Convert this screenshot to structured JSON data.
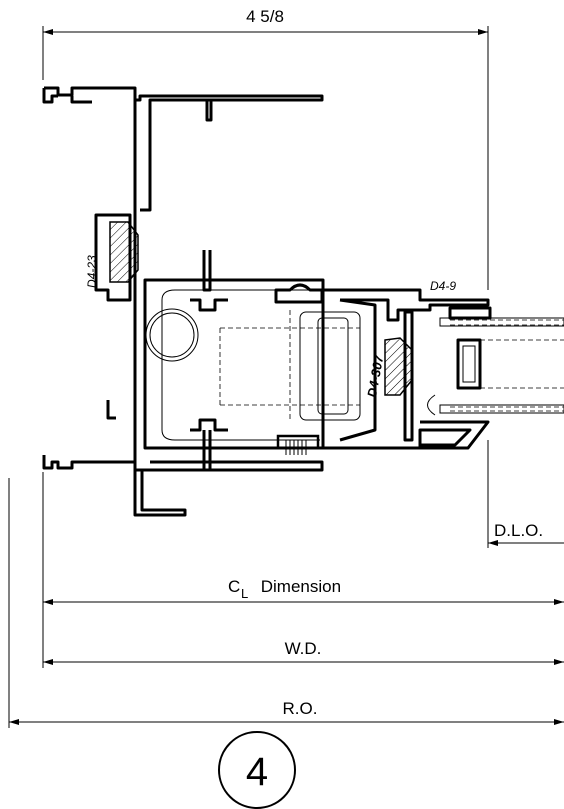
{
  "dimensions": {
    "top_width": "4 5/8",
    "dlo": "D.L.O.",
    "cl_prefix": "C",
    "cl_sub": "L",
    "cl_suffix": " Dimension",
    "wd": "W.D.",
    "ro": "R.O."
  },
  "parts": {
    "left_insert": "D4-23",
    "top_insert": "D4-9",
    "mid_insert": "D4-307"
  },
  "detail_number": "4"
}
